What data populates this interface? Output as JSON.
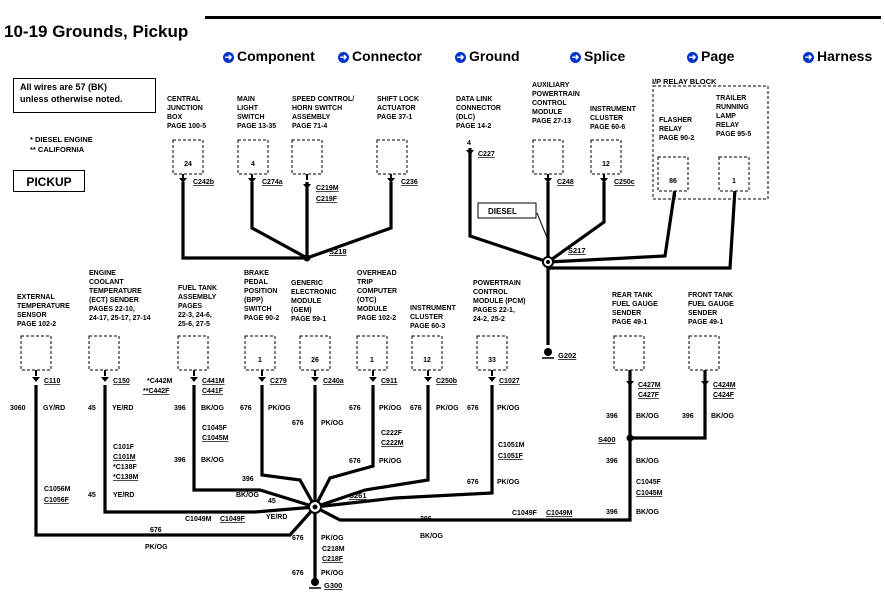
{
  "title": "10-19 Grounds, Pickup",
  "legend": [
    {
      "label": "Component"
    },
    {
      "label": "Connector"
    },
    {
      "label": "Ground"
    },
    {
      "label": "Splice"
    },
    {
      "label": "Page"
    },
    {
      "label": "Harness"
    }
  ],
  "notes": {
    "wires_line1": "All wires are 57 (BK)",
    "wires_line2": "unless otherwise noted.",
    "diesel_variant": "* DIESEL ENGINE",
    "california_variant": "** CALIFORNIA",
    "pickup_label": "PICKUP"
  },
  "relay_block_title": "I/P RELAY BLOCK",
  "diesel_label": "DIESEL",
  "components": [
    {
      "id": "cjb",
      "lines": [
        "CENTRAL",
        "JUNCTION",
        "BOX"
      ],
      "page": "PAGE 100-5",
      "pin": "24",
      "connector": "C242b"
    },
    {
      "id": "mls",
      "lines": [
        "MAIN",
        "LIGHT",
        "SWITCH"
      ],
      "page": "PAGE 13-35",
      "pin": "4",
      "connector": "C274a"
    },
    {
      "id": "sc",
      "lines": [
        "SPEED CONTROL/",
        "HORN SWITCH",
        "ASSEMBLY"
      ],
      "page": "PAGE 71-4",
      "pin": "",
      "connector": "C219M",
      "connector2": "C219F"
    },
    {
      "id": "sla",
      "lines": [
        "SHIFT LOCK",
        "ACTUATOR"
      ],
      "page": "PAGE 37-1",
      "pin": "",
      "connector": "C236"
    },
    {
      "id": "dlc",
      "lines": [
        "DATA LINK",
        "CONNECTOR",
        "(DLC)"
      ],
      "page": "PAGE 14-2",
      "pin": "4",
      "connector": "C227"
    },
    {
      "id": "apcm",
      "lines": [
        "AUXILIARY",
        "POWERTRAIN",
        "CONTROL",
        "MODULE"
      ],
      "page": "PAGE 27-13",
      "pin": "",
      "connector": "C248"
    },
    {
      "id": "ic1",
      "lines": [
        "INSTRUMENT",
        "CLUSTER"
      ],
      "page": "PAGE 60-6",
      "pin": "12",
      "connector": "C250c"
    },
    {
      "id": "fr",
      "lines": [
        "FLASHER",
        "RELAY"
      ],
      "page": "PAGE 90-2",
      "pin": "86",
      "connector": ""
    },
    {
      "id": "trl",
      "lines": [
        "TRAILER",
        "RUNNING",
        "LAMP",
        "RELAY"
      ],
      "page": "PAGE 95-5",
      "pin": "1",
      "connector": ""
    },
    {
      "id": "ets",
      "lines": [
        "EXTERNAL",
        "TEMPERATURE",
        "SENSOR"
      ],
      "page": "PAGE 102-2",
      "pin": "",
      "connector": "C110"
    },
    {
      "id": "ect",
      "lines": [
        "ENGINE",
        "COOLANT",
        "TEMPERATURE",
        "(ECT) SENDER"
      ],
      "page": "PAGES 22-10,",
      "page2": "24-17, 25-17, 27-14",
      "pin": "",
      "connector": "C150"
    },
    {
      "id": "fta",
      "lines": [
        "FUEL TANK",
        "ASSEMBLY"
      ],
      "page": "PAGES",
      "page2": "22-3, 24-6,",
      "page3": "25-6, 27-5",
      "pin": "",
      "connector": "C441M",
      "connector2": "C441F"
    },
    {
      "id": "bpp",
      "lines": [
        "BRAKE",
        "PEDAL",
        "POSITION",
        "(BPP)",
        "SWITCH"
      ],
      "page": "PAGE 90-2",
      "pin": "1",
      "connector": "C279"
    },
    {
      "id": "gem",
      "lines": [
        "GENERIC",
        "ELECTRONIC",
        "MODULE",
        "(GEM)"
      ],
      "page": "PAGE 59-1",
      "pin": "26",
      "connector": "C240a"
    },
    {
      "id": "otc",
      "lines": [
        "OVERHEAD",
        "TRIP",
        "COMPUTER",
        "(OTC)",
        "MODULE"
      ],
      "page": "PAGE 102-2",
      "pin": "1",
      "connector": "C911"
    },
    {
      "id": "ic2",
      "lines": [
        "INSTRUMENT",
        "CLUSTER"
      ],
      "page": "PAGE 60-3",
      "pin": "12",
      "connector": "C250b"
    },
    {
      "id": "pcm",
      "lines": [
        "POWERTRAIN",
        "CONTROL",
        "MODULE (PCM)"
      ],
      "page": "PAGES 22-1,",
      "page2": "24-2, 25-2",
      "pin": "33",
      "connector": "C1027"
    },
    {
      "id": "rtf",
      "lines": [
        "REAR TANK",
        "FUEL GAUGE",
        "SENDER"
      ],
      "page": "PAGE 49-1",
      "pin": "",
      "connector": "C427M",
      "connector2": "C427F"
    },
    {
      "id": "ftf",
      "lines": [
        "FRONT TANK",
        "FUEL GAUGE",
        "SENDER"
      ],
      "page": "PAGE 49-1",
      "pin": "",
      "connector": "C424M",
      "connector2": "C424F"
    }
  ],
  "splices": [
    "S218",
    "S217",
    "S261",
    "S400"
  ],
  "grounds": [
    "G202",
    "G300"
  ],
  "wire_labels": {
    "gy_rd": "GY/RD",
    "ye_rd": "YE/RD",
    "bk_og": "BK/OG",
    "pk_og": "PK/OG",
    "n3060": "3060",
    "n45": "45",
    "n396": "396",
    "n676": "676"
  },
  "inline_connectors": {
    "c442m": "*C442M",
    "c442f": "**C442F",
    "c1056m": "C1056M",
    "c1056f": "C1056F",
    "c101f": "C101F",
    "c101m": "C101M",
    "c138f": "*C138F",
    "c138m": "*C138M",
    "c1045f_a": "C1045F",
    "c1045m_a": "C1045M",
    "c222f": "C222F",
    "c222m": "C222M",
    "c1051m": "C1051M",
    "c1051f": "C1051F",
    "c1049m_a": "C1049M",
    "c1049f_a": "C1049F",
    "c1049f_b": "C1049F",
    "c1049m_b": "C1049M",
    "c1045f_b": "C1045F",
    "c1045m_b": "C1045M",
    "c218m": "C218M",
    "c218f": "C218F"
  },
  "colors": {
    "wire": "#000000",
    "legend_arrow": "#0033cc"
  }
}
